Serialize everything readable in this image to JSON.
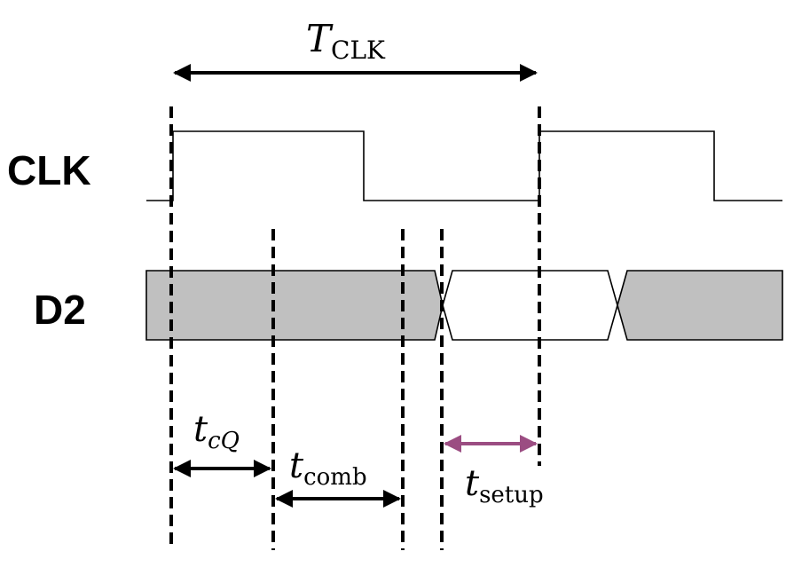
{
  "signals": {
    "clk_label": "CLK",
    "d2_label": "D2"
  },
  "annotations": {
    "period": {
      "main": "T",
      "sub": "CLK"
    },
    "clock_to_q": {
      "main": "t",
      "sub": "cQ"
    },
    "combinational": {
      "main": "t",
      "sub": "comb"
    },
    "setup": {
      "main": "t",
      "sub": "setup"
    }
  },
  "colors": {
    "line": "#000000",
    "data_valid_old": "#c0c0c0",
    "data_valid_new": "#ffffff",
    "setup_arrow": "#9b4d82"
  }
}
